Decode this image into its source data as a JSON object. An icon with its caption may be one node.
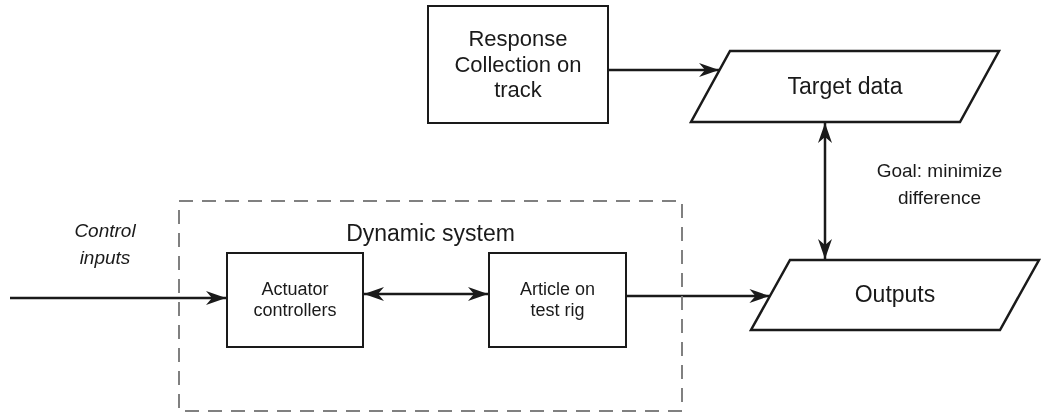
{
  "diagram": {
    "nodes": [
      {
        "text": [
          "Response Collection on track"
        ]
      },
      {
        "text": [
          "Target data"
        ]
      },
      {
        "text": [
          "Dynamic system"
        ]
      },
      {
        "text": [
          "Actuator controllers"
        ],
        "in": 2
      },
      {
        "text": [
          "Article on test rig"
        ],
        "in": 2
      },
      {
        "text": [
          "Outputs"
        ]
      }
    ],
    "edges": [
      {
        "from": 0,
        "to": 1,
        "arrow": "to"
      },
      {
        "from": null,
        "to": 3,
        "arrow": "to",
        "label": "Control inputs"
      },
      {
        "from": 3,
        "to": 4,
        "arrow": "both"
      },
      {
        "from": 4,
        "to": 5,
        "arrow": "to"
      },
      {
        "from": 1,
        "to": 5,
        "arrow": "both",
        "label": "Goal: minimize difference"
      }
    ]
  }
}
